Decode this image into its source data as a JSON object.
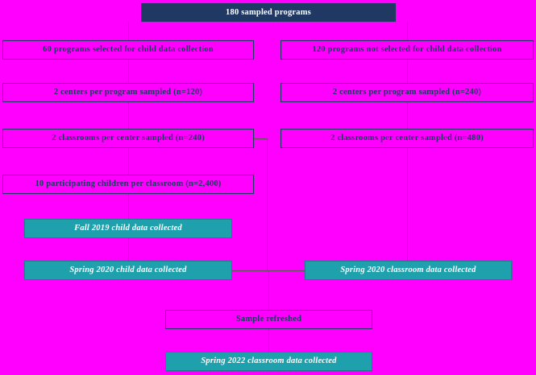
{
  "colors": {
    "background": "#FF00FF",
    "header_bg": "#1F3864",
    "header_text": "#FFFFFF",
    "box_border": "#1F3864",
    "box_text": "#1F3864",
    "teal_bg": "#1FA0AD",
    "teal_border": "#17818C",
    "teal_text": "#FFFFFF",
    "line": "#595959"
  },
  "nodes": {
    "root": "180 sampled programs",
    "left_branch": [
      "60 programs selected for child data collection",
      "2 centers per program sampled (n=120)",
      "2 classrooms per center sampled (n=240)",
      "10 participating children per classroom (n=2,400)"
    ],
    "right_branch": [
      "120 programs not selected for child data collection",
      "2 centers per program sampled (n=240)",
      "2 classrooms per center sampled (n=480)"
    ],
    "left_outcomes": [
      "Fall 2019 child data collected",
      "Spring 2020 child data collected"
    ],
    "right_outcome": "Spring 2020 classroom data collected",
    "sample_refreshed": "Sample refreshed",
    "final_outcome": "Spring 2022 classroom data collected"
  }
}
